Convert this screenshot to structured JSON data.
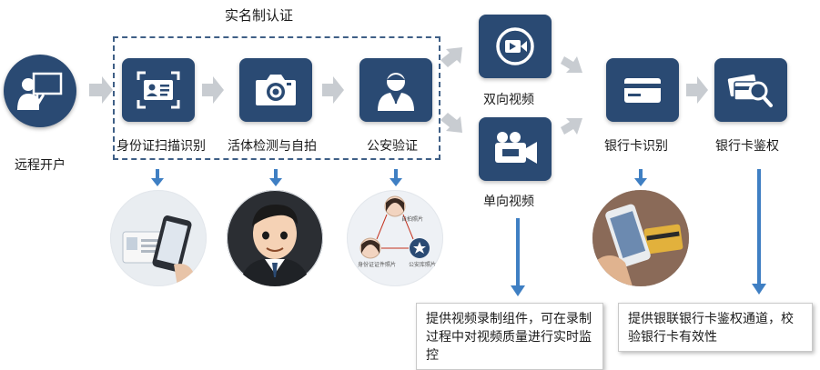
{
  "title": "实名制认证",
  "nodes": {
    "remote_open": "远程开户",
    "id_scan": "身份证扫描识别",
    "liveness": "活体检测与自拍",
    "police": "公安验证",
    "two_way_video": "双向视频",
    "one_way_video": "单向视频",
    "bank_card_recog": "银行卡识别",
    "bank_card_auth": "银行卡鉴权"
  },
  "police_illustration": {
    "top_caption": "自拍照片",
    "left_caption": "身份证证件照片",
    "right_caption": "公安库照片"
  },
  "notes": {
    "video_note": "提供视频录制组件，可在录制过程中对视频质量进行实时监控",
    "bank_note": "提供银联银行卡鉴权通道，校验银行卡有效性"
  },
  "colors": {
    "tile": "#2a4a73",
    "arrow_gray": "#c8ccd1",
    "arrow_blue": "#3f7fc3",
    "dashed": "#3f5f86"
  }
}
